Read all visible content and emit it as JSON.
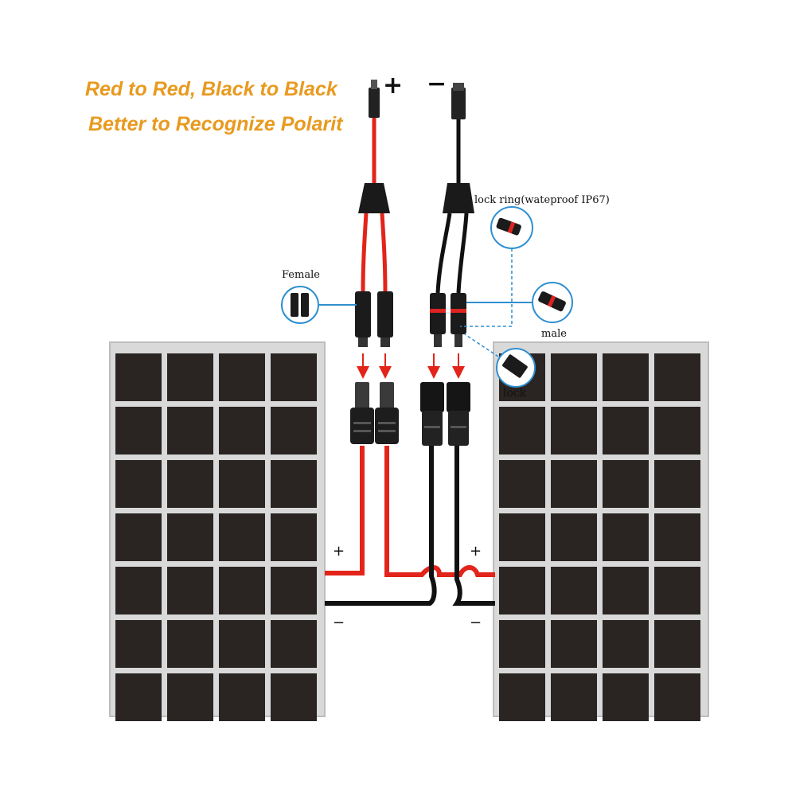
{
  "headline": {
    "line1": "Red to Red, Black to Black",
    "line2": "Better to Recognize Polarit",
    "color": "#e89a1f"
  },
  "callouts": {
    "female": "Female",
    "lock_ring": "lock ring(wateproof IP67)",
    "male": "male",
    "lock": "lock"
  },
  "polarity": {
    "top_positive": "+",
    "top_negative": "−",
    "left_positive": "+",
    "left_negative": "−",
    "right_positive": "+",
    "right_negative": "−"
  },
  "colors": {
    "positive_wire": "#e2241a",
    "negative_wire": "#111111",
    "panel_cell": "#2a2423",
    "panel_grid": "#d7d7d7",
    "callout_line": "#2f8fd0"
  },
  "icons": [
    "female-connector-icon",
    "male-connector-icon",
    "lock-ring-icon",
    "lock-icon",
    "down-arrow-icon",
    "solar-panel-icon"
  ]
}
